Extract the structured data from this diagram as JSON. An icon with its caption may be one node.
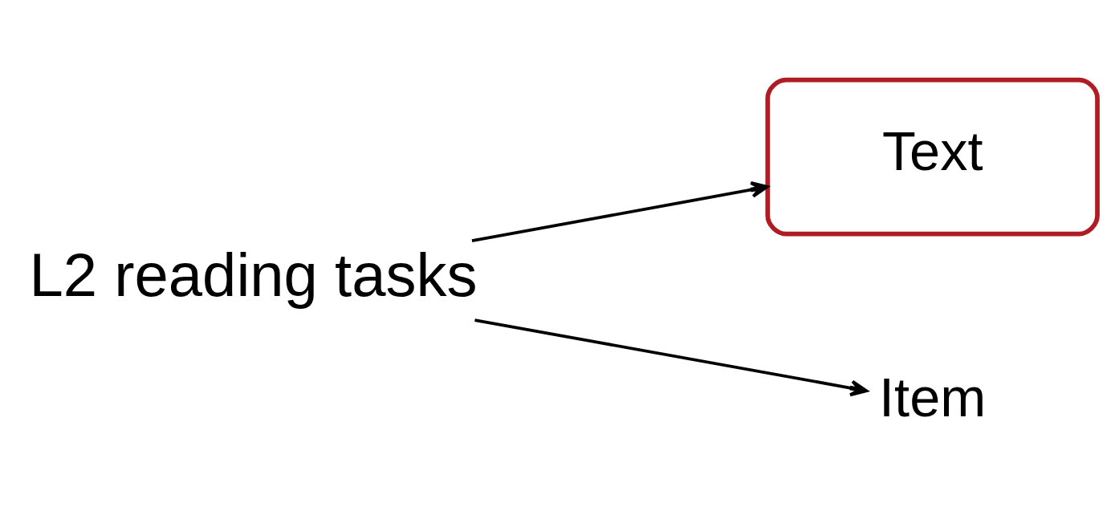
{
  "diagram": {
    "nodes": [
      {
        "text": [
          "L2 reading tasks"
        ]
      },
      {
        "text": [
          "Text"
        ]
      },
      {
        "text": [
          "Item"
        ]
      }
    ],
    "edges": [
      {
        "from": 0,
        "to": 1,
        "arrow": "to"
      },
      {
        "from": 0,
        "to": 2,
        "arrow": "to"
      }
    ]
  }
}
